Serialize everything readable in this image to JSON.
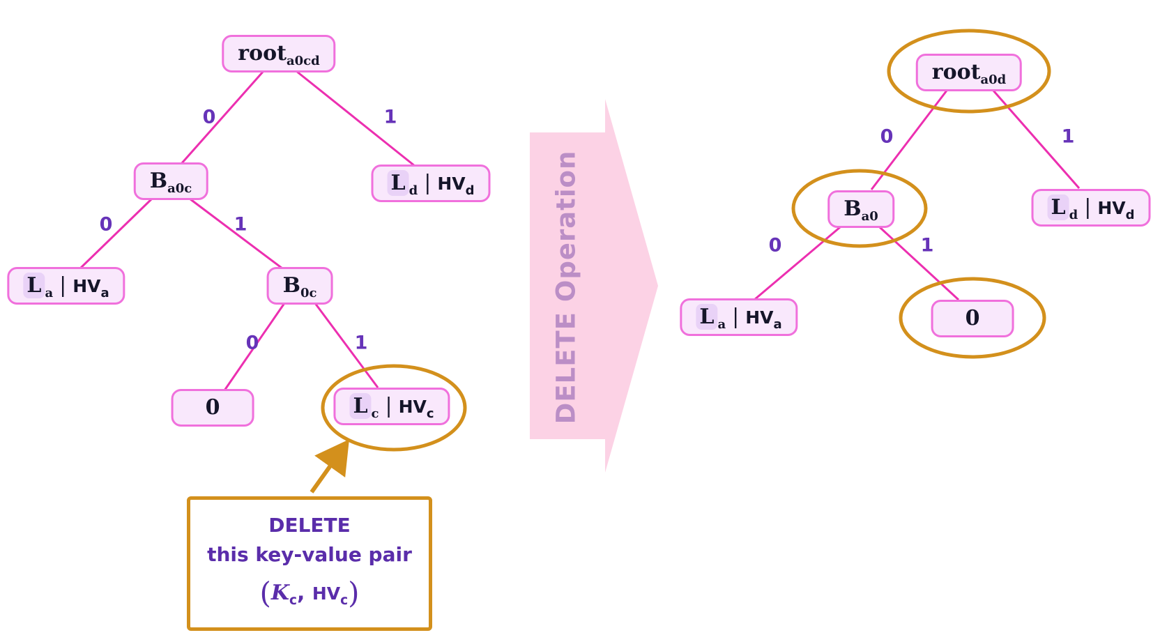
{
  "colors": {
    "node_fill": "#f9e8fc",
    "node_border": "#f070dc",
    "node_text": "#151529",
    "highlight": "#e9d2f7",
    "edge": "#ec2fb0",
    "edge_label": "#6633b8",
    "orange": "#d3901c",
    "arrow_fill": "#fcd2e5",
    "arrow_text": "#bb8ec6",
    "callout_text": "#5a2daa"
  },
  "edge_bits": {
    "zero": "0",
    "one": "1"
  },
  "arrow": {
    "label": "DELETE Operation"
  },
  "left_tree": {
    "root": {
      "main": "root",
      "sub": "a0cd"
    },
    "b_a0c": {
      "main": "B",
      "sub": "a0c"
    },
    "l_d": {
      "main": "L",
      "sub": "d",
      "sep": "|",
      "hv": "HV",
      "hv_sub": "d"
    },
    "l_a": {
      "main": "L",
      "sub": "a",
      "sep": "|",
      "hv": "HV",
      "hv_sub": "a"
    },
    "b_0c": {
      "main": "B",
      "sub": "0c"
    },
    "zero_node": {
      "main": "0"
    },
    "l_c": {
      "main": "L",
      "sub": "c",
      "sep": "|",
      "hv": "HV",
      "hv_sub": "c"
    }
  },
  "right_tree": {
    "root": {
      "main": "root",
      "sub": "a0d"
    },
    "b_a0": {
      "main": "B",
      "sub": "a0"
    },
    "l_d": {
      "main": "L",
      "sub": "d",
      "sep": "|",
      "hv": "HV",
      "hv_sub": "d"
    },
    "l_a": {
      "main": "L",
      "sub": "a",
      "sep": "|",
      "hv": "HV",
      "hv_sub": "a"
    },
    "zero_node": {
      "main": "0"
    }
  },
  "callout": {
    "line1": "DELETE",
    "line2": "this key-value pair",
    "open_paren": "(",
    "k": "K",
    "k_sub": "c",
    "comma": ", ",
    "hv": "HV",
    "hv_sub": "c",
    "close_paren": ")"
  }
}
